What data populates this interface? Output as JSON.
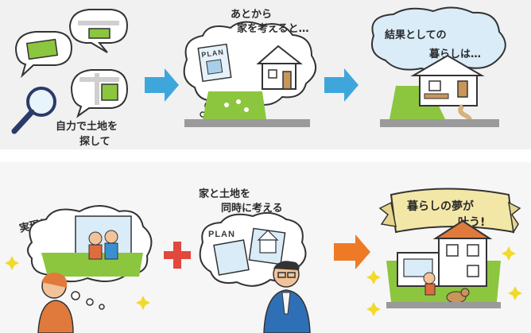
{
  "colors": {
    "top_band": "#f1f1f1",
    "bottom_band": "#f6f6f6",
    "arrow_blue": "#3fa6dc",
    "arrow_orange": "#ee7a28",
    "plus_red": "#e2483b",
    "grass": "#8cc63f",
    "cloud_blue": "#d9ecf8",
    "banner": "#f3e7a8",
    "sparkle": "#f2d92a"
  },
  "icons": [
    "speech-bubble-icon",
    "magnifier-icon",
    "thought-cloud-icon",
    "house-icon",
    "arrow-right-icon",
    "plus-icon",
    "sparkle-icon",
    "banner-icon",
    "dog-icon",
    "agent-person-icon",
    "couple-icon"
  ],
  "row1": {
    "caption1_line1": "自力で土地を",
    "caption1_line2": "探して",
    "caption2_line1": "あとから",
    "caption2_line2": "家を考えると…",
    "plan_label": "PLAN",
    "caption3_line1": "結果としての",
    "caption3_line2": "暮らしは…"
  },
  "row2": {
    "caption4": "実現したい暮らし",
    "caption5_line1": "家と土地を",
    "caption5_line2": "同時に考える",
    "plan_label": "PLAN",
    "banner_line1": "暮らしの夢が",
    "banner_line2": "叶う!"
  }
}
